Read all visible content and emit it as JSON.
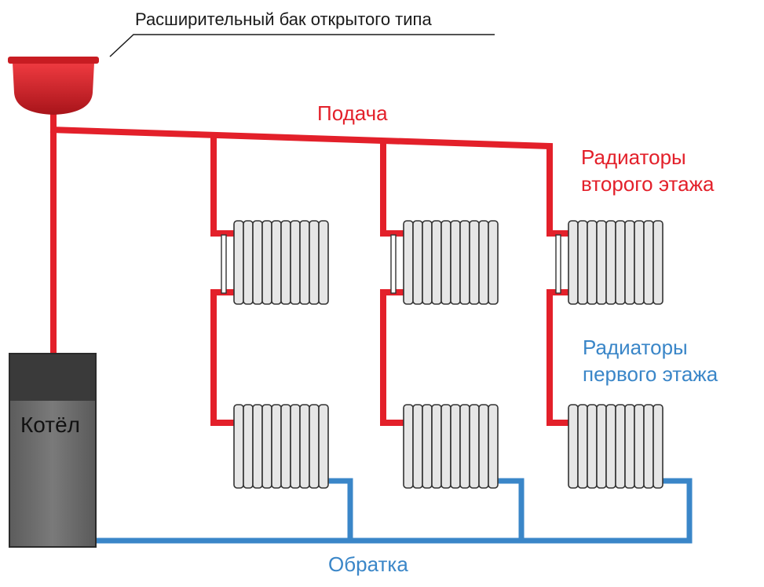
{
  "labels": {
    "tank": "Расширительный бак открытого типа",
    "supply": "Подача",
    "second_floor_line1": "Радиаторы",
    "second_floor_line2": "второго этажа",
    "first_floor_line1": "Радиаторы",
    "first_floor_line2": "первого этажа",
    "boiler": "Котёл",
    "return": "Обратка"
  },
  "colors": {
    "supply": "#e3202a",
    "return": "#3a86c8",
    "label_red": "#e3202a",
    "label_blue": "#3a86c8",
    "boiler_top": "#3a3a3a",
    "boiler_body": "#6b6b6b",
    "radiator_fin": "#e6e6e6",
    "radiator_stroke": "#333333",
    "tank": "#d61f26"
  },
  "radiators": {
    "fins_per_radiator": 10,
    "second_floor_count": 3,
    "first_floor_count": 3
  }
}
